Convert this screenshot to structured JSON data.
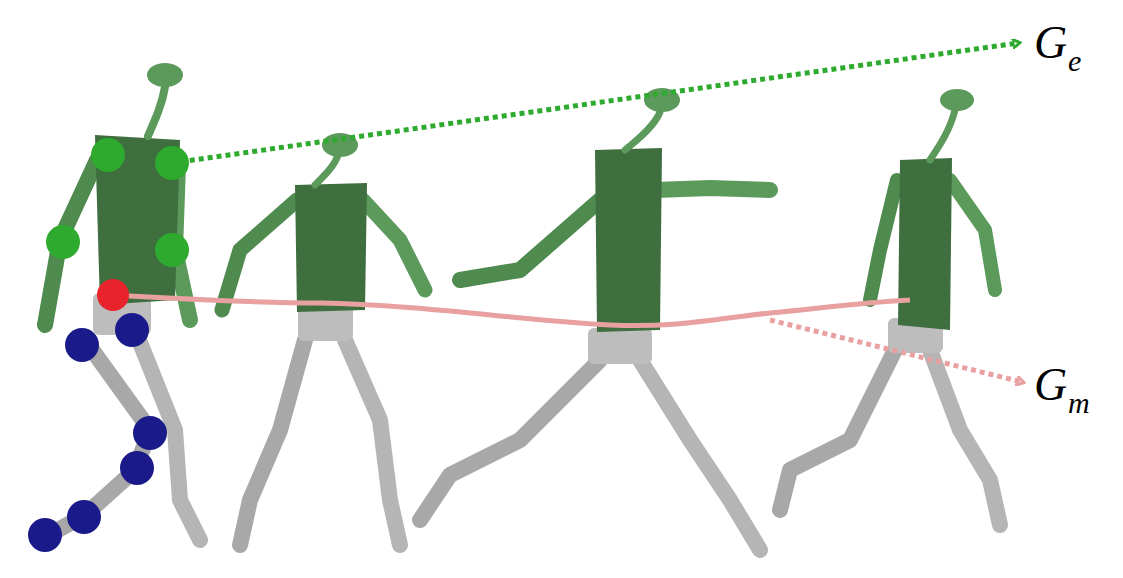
{
  "diagram": {
    "labels": [
      "G",
      "e",
      "G",
      "m"
    ]
  }
}
